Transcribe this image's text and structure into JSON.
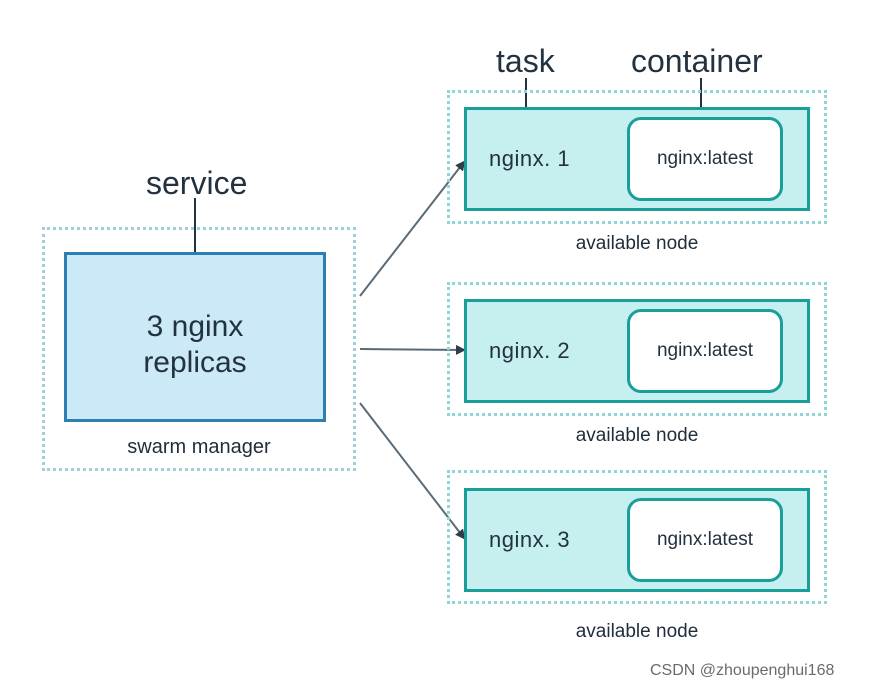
{
  "labels": {
    "task_callout": "task",
    "container_callout": "container",
    "service_callout": "service",
    "service_box": "3 nginx\nreplicas",
    "manager_caption": "swarm manager"
  },
  "nodes": [
    {
      "task": "nginx. 1",
      "container": "nginx:latest",
      "caption": "available node"
    },
    {
      "task": "nginx. 2",
      "container": "nginx:latest",
      "caption": "available node"
    },
    {
      "task": "nginx. 3",
      "container": "nginx:latest",
      "caption": "available node"
    }
  ],
  "watermark": "CSDN @zhoupenghui168",
  "colors": {
    "service_fill": "#cce9f8",
    "service_border": "#2b7fb3",
    "task_fill": "#c6f0f0",
    "task_border": "#1a9e9a",
    "dotted_border": "#8fd6d8",
    "arrow": "#5a6b78"
  }
}
